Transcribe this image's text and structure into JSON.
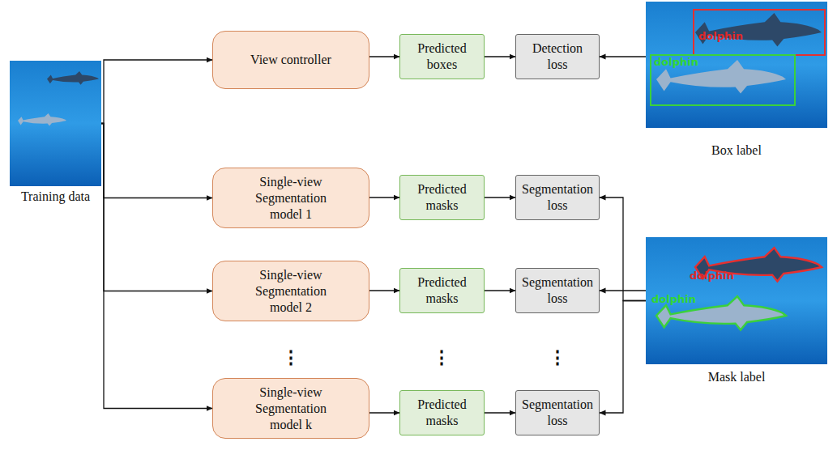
{
  "diagram": {
    "nodes": [
      {
        "text": [
          "Training data"
        ]
      },
      {
        "text": [
          "View controller"
        ]
      },
      {
        "text": [
          "Predicted boxes"
        ]
      },
      {
        "text": [
          "Detection loss"
        ]
      },
      {
        "text": [
          "Box label"
        ]
      },
      {
        "text": [
          "Single-view Segmentation model 1"
        ]
      },
      {
        "text": [
          "Predicted masks"
        ]
      },
      {
        "text": [
          "Segmentation loss"
        ]
      },
      {
        "text": [
          "Single-view Segmentation model 2"
        ]
      },
      {
        "text": [
          "Predicted masks"
        ]
      },
      {
        "text": [
          "Segmentation loss"
        ]
      },
      {
        "text": [
          "Single-view Segmentation model k"
        ]
      },
      {
        "text": [
          "Predicted masks"
        ]
      },
      {
        "text": [
          "Segmentation loss"
        ]
      },
      {
        "text": [
          "Mask label"
        ]
      }
    ],
    "edges": [
      {
        "from": 0,
        "to": 1,
        "arrow": "to"
      },
      {
        "from": 1,
        "to": 2,
        "arrow": "to"
      },
      {
        "from": 2,
        "to": 3,
        "arrow": "to"
      },
      {
        "from": 4,
        "to": 3,
        "arrow": "to"
      },
      {
        "from": 0,
        "to": 5,
        "arrow": "to"
      },
      {
        "from": 5,
        "to": 6,
        "arrow": "to"
      },
      {
        "from": 6,
        "to": 7,
        "arrow": "to"
      },
      {
        "from": 14,
        "to": 7,
        "arrow": "to"
      },
      {
        "from": 0,
        "to": 8,
        "arrow": "to"
      },
      {
        "from": 8,
        "to": 9,
        "arrow": "to"
      },
      {
        "from": 9,
        "to": 10,
        "arrow": "to"
      },
      {
        "from": 14,
        "to": 10,
        "arrow": "to"
      },
      {
        "from": 0,
        "to": 11,
        "arrow": "to"
      },
      {
        "from": 11,
        "to": 12,
        "arrow": "to"
      },
      {
        "from": 12,
        "to": 13,
        "arrow": "to"
      },
      {
        "from": 14,
        "to": 13,
        "arrow": "to"
      }
    ],
    "labels": [
      "dolphin",
      "dolphin",
      "dolphin",
      "dolphin",
      "⋮",
      "⋮",
      "⋮"
    ]
  }
}
